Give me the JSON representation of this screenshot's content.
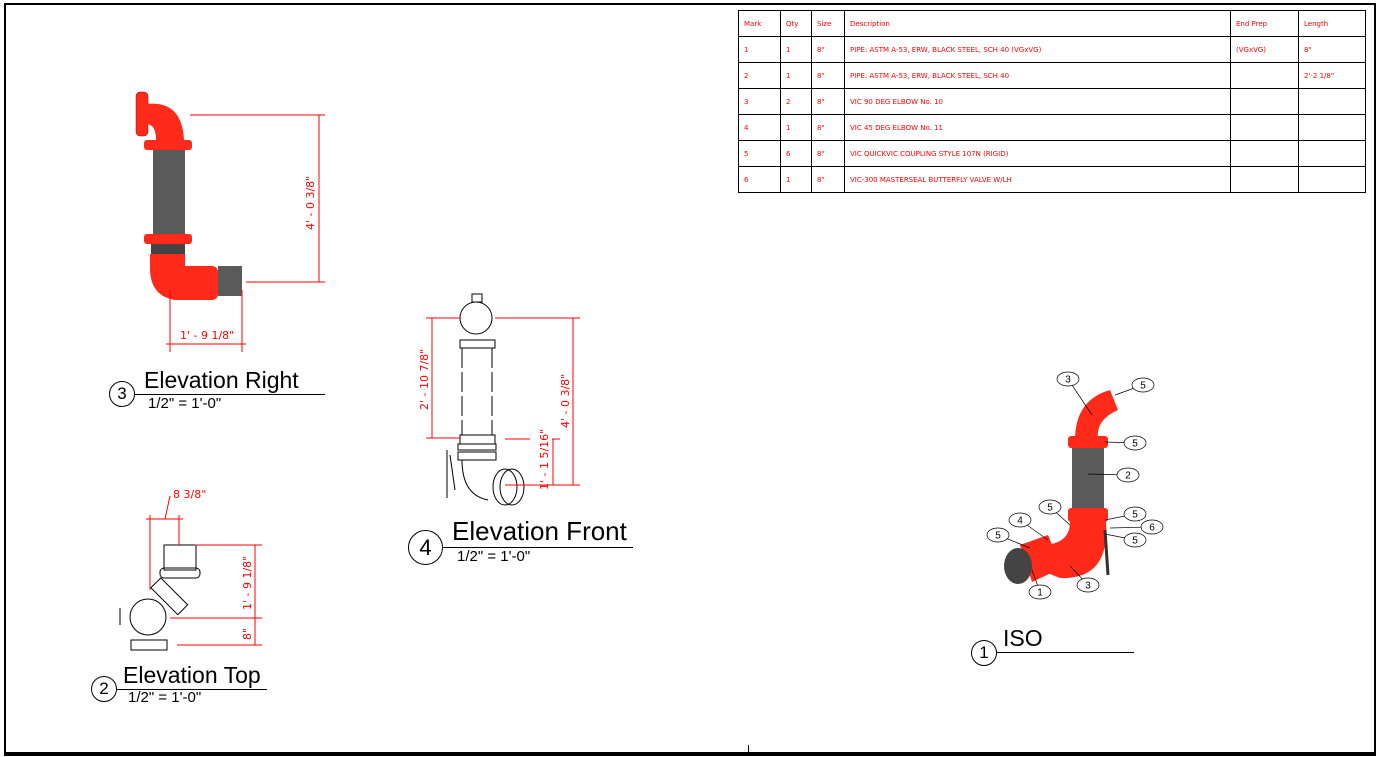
{
  "schedule": {
    "headers": [
      "Mark",
      "Qty",
      "Size",
      "Description",
      "End Prep",
      "Length"
    ],
    "rows": [
      [
        "1",
        "1",
        "8\"",
        "PIPE: ASTM A-53, ERW, BLACK STEEL, SCH 40 (VGxVG)",
        "(VGxVG)",
        "8\""
      ],
      [
        "2",
        "1",
        "8\"",
        "PIPE: ASTM A-53, ERW, BLACK STEEL, SCH 40",
        "",
        "2'-2 1/8\""
      ],
      [
        "3",
        "2",
        "8\"",
        "VIC 90 DEG ELBOW No. 10",
        "",
        ""
      ],
      [
        "4",
        "1",
        "8\"",
        "VIC 45 DEG ELBOW No. 11",
        "",
        ""
      ],
      [
        "5",
        "6",
        "8\"",
        "VIC QUICKVIC COUPLING STYLE 107N (RIGID)",
        "",
        ""
      ],
      [
        "6",
        "1",
        "8\"",
        "VIC-300 MASTERSEAL BUTTERFLY VALVE W/LH",
        "",
        ""
      ]
    ]
  },
  "views": {
    "right": {
      "number": "3",
      "title": "Elevation Right",
      "scale": "1/2\" = 1'-0\"",
      "dims": [
        "4' - 0 3/8\"",
        "1' - 9 1/8\""
      ]
    },
    "top": {
      "number": "2",
      "title": "Elevation Top",
      "scale": "1/2\" = 1'-0\"",
      "dims": [
        "8 3/8\"",
        "1' - 9 1/8\"",
        "8\""
      ]
    },
    "front": {
      "number": "4",
      "title": "Elevation Front",
      "scale": "1/2\" = 1'-0\"",
      "dims": [
        "2' - 10 7/8\"",
        "4' - 0 3/8\"",
        "1' - 1 5/16\""
      ]
    },
    "iso": {
      "number": "1",
      "title": "ISO",
      "tags": [
        "3",
        "5",
        "5",
        "2",
        "5",
        "6",
        "5",
        "5",
        "4",
        "5",
        "1",
        "3"
      ]
    }
  },
  "colors": {
    "fitting": "#ff2a1a",
    "pipe": "#5a5a5a",
    "dimension": "#ff0000"
  }
}
